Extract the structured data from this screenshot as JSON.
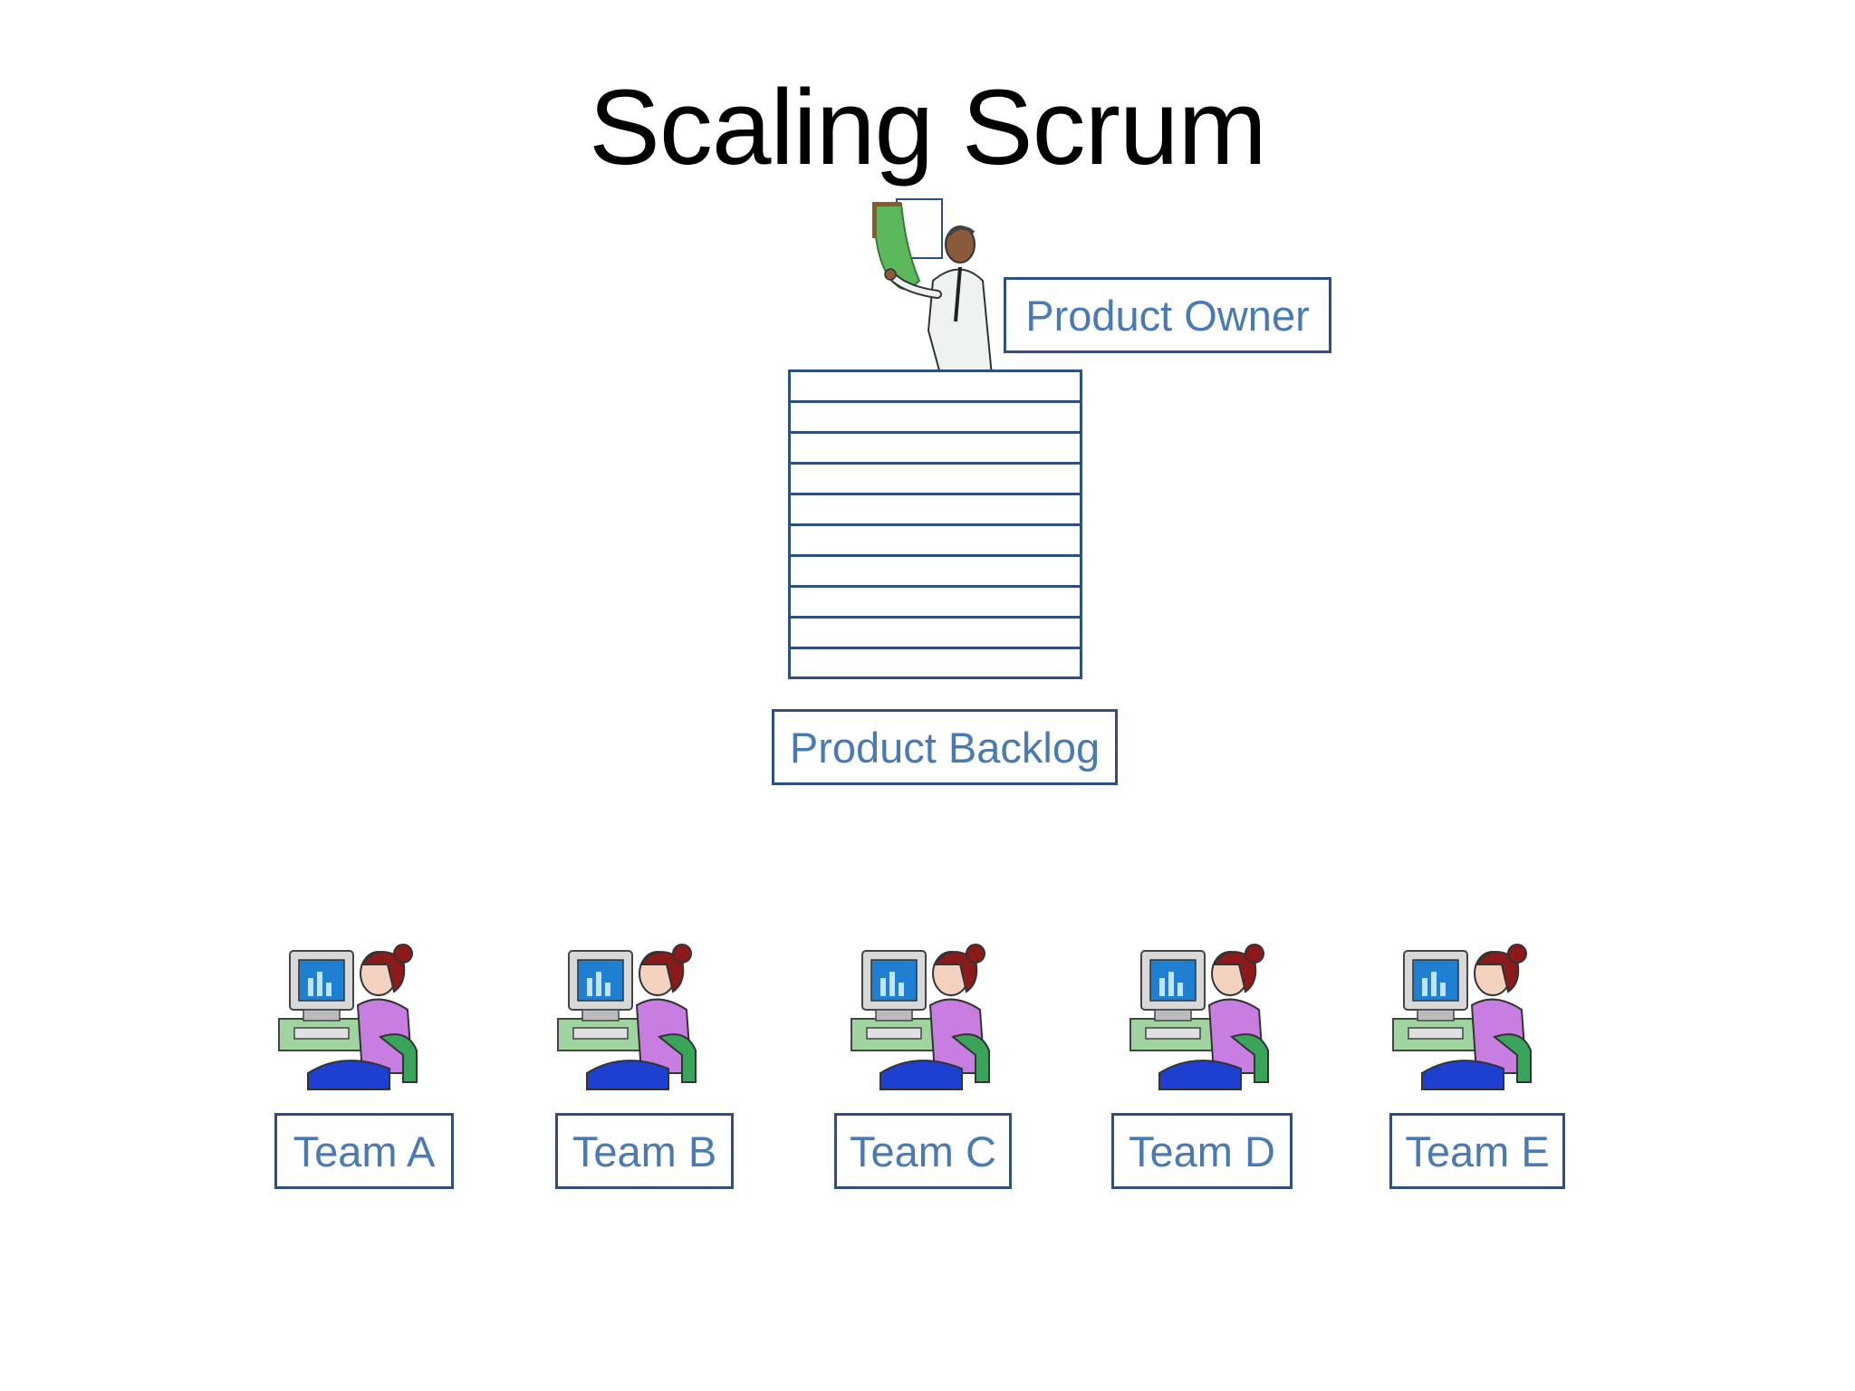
{
  "slide": {
    "title": "Scaling Scrum",
    "product_owner": {
      "label": "Product Owner",
      "icon": "presenter-clipart-icon"
    },
    "product_backlog": {
      "label": "Product Backlog",
      "rows": 10
    },
    "teams": [
      {
        "label": "Team A",
        "icon": "developer-at-computer-icon"
      },
      {
        "label": "Team B",
        "icon": "developer-at-computer-icon"
      },
      {
        "label": "Team C",
        "icon": "developer-at-computer-icon"
      },
      {
        "label": "Team D",
        "icon": "developer-at-computer-icon"
      },
      {
        "label": "Team E",
        "icon": "developer-at-computer-icon"
      }
    ],
    "colors": {
      "box_border": "#2e5080",
      "label_text": "#4a7ab5",
      "title_text": "#000000"
    }
  }
}
